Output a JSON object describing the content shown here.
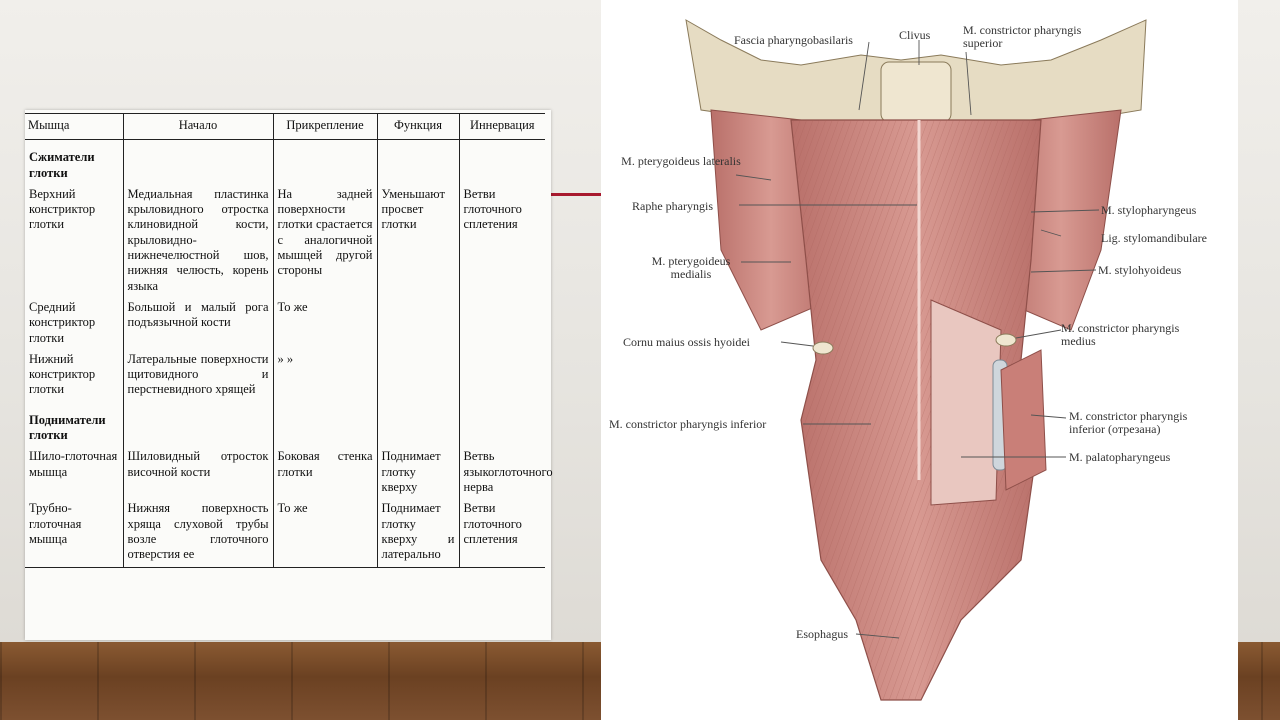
{
  "table": {
    "headers": [
      "Мышца",
      "Начало",
      "Прикрепление",
      "Функция",
      "Иннервация"
    ],
    "groups": [
      {
        "title": "Сжиматели глотки",
        "rows": [
          {
            "muscle": "Верхний констриктор глотки",
            "origin": "Медиальная пластинка крыловидного отростка клиновидной кости, крыловидно-нижнечелюстной шов, нижняя челюсть, корень языка",
            "insertion": "На задней поверхности глотки срастается с аналогичной мышцей другой стороны",
            "function": "Уменьшают просвет глотки",
            "innervation": "Ветви глоточного сплетения"
          },
          {
            "muscle": "Средний констриктор глотки",
            "origin": "Большой и малый рога подъязычной кости",
            "insertion": "То же",
            "function": "",
            "innervation": ""
          },
          {
            "muscle": "Нижний констриктор глотки",
            "origin": "Латеральные поверхности щитовидного и перстневидного хрящей",
            "insertion": "»   »",
            "function": "",
            "innervation": ""
          }
        ]
      },
      {
        "title": "Подниматели глотки",
        "rows": [
          {
            "muscle": "Шило-глоточная мышца",
            "origin": "Шиловидный отросток височной кости",
            "insertion": "Боковая стенка глотки",
            "function": "Поднимает глотку кверху",
            "innervation": "Ветвь языкоглоточного нерва"
          },
          {
            "muscle": "Трубно-глоточная мышца",
            "origin": "Нижняя поверхность хряща слуховой трубы возле глоточного отверстия ее",
            "insertion": "То же",
            "function": "Поднимает глотку кверху и латерально",
            "innervation": "Ветви глоточного сплетения"
          }
        ]
      }
    ]
  },
  "illustration": {
    "labels": {
      "fascia": "Fascia pharyngobasilaris",
      "clivus": "Clivus",
      "constrictor_superior": "M. constrictor pharyngis superior",
      "pterygoideus_lateralis": "M. pterygoideus lateralis",
      "raphe": "Raphe pharyngis",
      "stylopharyngeus": "M. stylopharyngeus",
      "stylomandibulare": "Lig. stylomandibulare",
      "pterygoideus_medialis": "M. pterygoideus medialis",
      "stylohyoideus": "M. stylohyoideus",
      "cornu": "Cornu maius ossis hyoidei",
      "constrictor_medius": "M. constrictor pharyngis medius",
      "constrictor_inferior": "M. constrictor pharyngis inferior",
      "constrictor_inferior_cut": "M. constrictor pharyngis inferior (отрезана)",
      "palatopharyngeus": "M. palatopharyngeus",
      "esophagus": "Esophagus"
    },
    "colors": {
      "muscle": "#cf8e86",
      "muscle_dark": "#a85f58",
      "bone": "#e6dcc3",
      "leader": "#555555"
    }
  }
}
